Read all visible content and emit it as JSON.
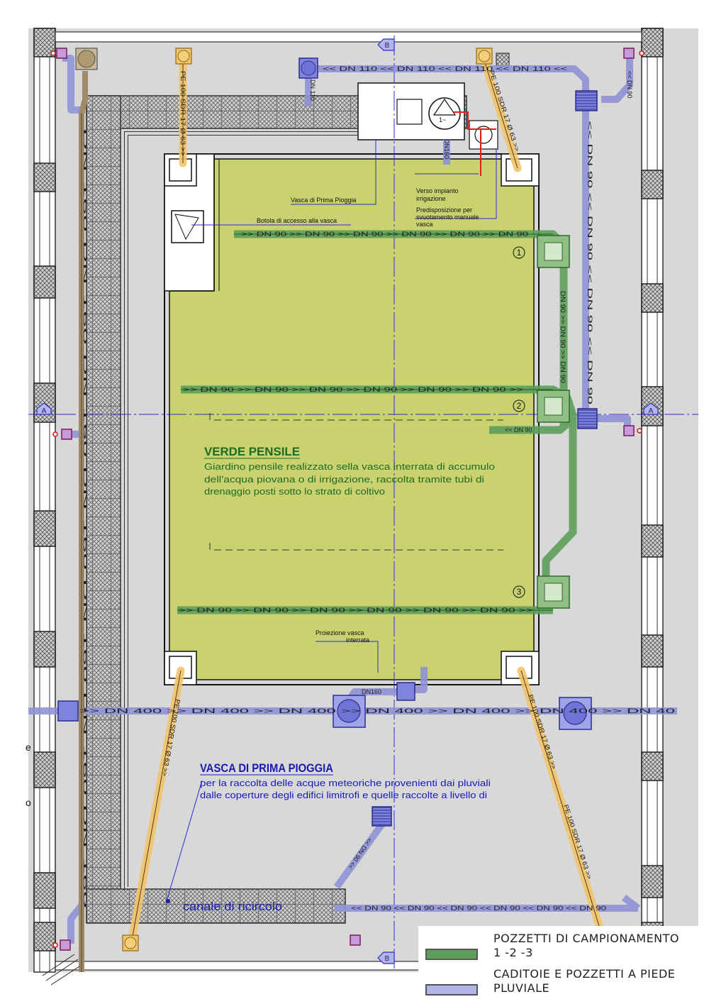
{
  "colors": {
    "green_roof": "#c9d26e",
    "sampling_pipe": "#5b9a50",
    "downpipe_pipe": "#8f93d6",
    "irrigation_pipe": "#f2c46a",
    "pavement": "#d7d7d7",
    "axis": "#2b2bd0",
    "red_line": "#e02020"
  },
  "section_markers": {
    "a": "A",
    "b": "B"
  },
  "pipes": {
    "dn110": "<< DN 110 << DN 110 << DN 110 << DN 110 <<",
    "dn110_v": "DN 110",
    "dn90_top": "<< DN 90",
    "dn90_v": "<< DN 90 << DN 90 << DN 90 << DN 90",
    "dn90_row1": ">> DN 90 >> DN 90 >> DN 90 >> DN 90 >> DN 90 >> DN 90",
    "dn90_row2": ">> DN 90 >> DN 90 >> DN 90 >> DN 90 >> DN 90 >> DN 90 >>",
    "dn90_row3": ">> DN 90 >> DN 90 >> DN 90 >> DN 90 >> DN 90 >> DN 90 >>",
    "dn90_short": "<< DN 90",
    "dn90_green_v": "DN 90 >> DN 90 >> DN 90",
    "dn400": ">> DN 400 >> DN 400 >> DN 400 >> DN 400 >> DN 400 >> DN 400 >> DN 40",
    "dn160_top": "DN160",
    "dn160_bottom": "DN160",
    "dn90_bottom": "<< DN 90 << DN 90 << DN 90 << DN 90 << DN 90 << DN 90",
    "dn90_diag": "<< DN 90 <<",
    "pe_left_top": "PE 100 SDR 17 Ø 63 >>",
    "pe_right_top": "PE 100 SDR 17 Ø 63 >>",
    "pe_bottom_left": "PE 100 SDR 17 Ø 63 >>",
    "pe_bottom_right": "PE 100 SDR 17 Ø 63 >>",
    "pe_bottom_right2": "PE 100 SDR 17 Ø 63 >>",
    "dn160_left": "DN 160 DN 160 DN 160 DN 160 DN 160 DN 160 DN 160"
  },
  "annotations": {
    "vasca_prima_pioggia": "Vasca di Prima Pioggia",
    "botola": "Botola di accesso alla vasca",
    "verso_impianto": "Verso impianto\nirrigazione",
    "predisposizione": "Predisposizione per\nsvuotamento manuale\nvasca",
    "proiezione": "Proiezione vasca\ninterrata",
    "pump_label": "1~",
    "left_edge_1": "e",
    "left_edge_2": "o"
  },
  "sampling_points": [
    "1",
    "2",
    "3"
  ],
  "verde_pensile": {
    "title": "VERDE PENSILE",
    "lines": [
      "Giardino pensile realizzato sella vasca interrata di accumulo",
      "dell'acqua piovana o di irrigazione, raccolta tramite tubi di",
      "drenaggio posti sotto lo strato di coltivo"
    ]
  },
  "vasca_prima_pioggia_note": {
    "title": "VASCA DI PRIMA PIOGGIA",
    "lines": [
      "per la raccolta delle acque meteoriche provenienti dai pluviali",
      "dalle coperture degli edifici limitrofi e quelle raccolte a livello di"
    ]
  },
  "canale": "canale di ricircolo",
  "legend": {
    "items": [
      {
        "label": "POZZETTI DI CAMPIONAMENTO\n1 -2 -3",
        "color": "#5e9e5a"
      },
      {
        "label": "CADITOIE E POZZETTI A PIEDE\nPLUVIALE",
        "color": "#b3b5e6"
      }
    ]
  }
}
